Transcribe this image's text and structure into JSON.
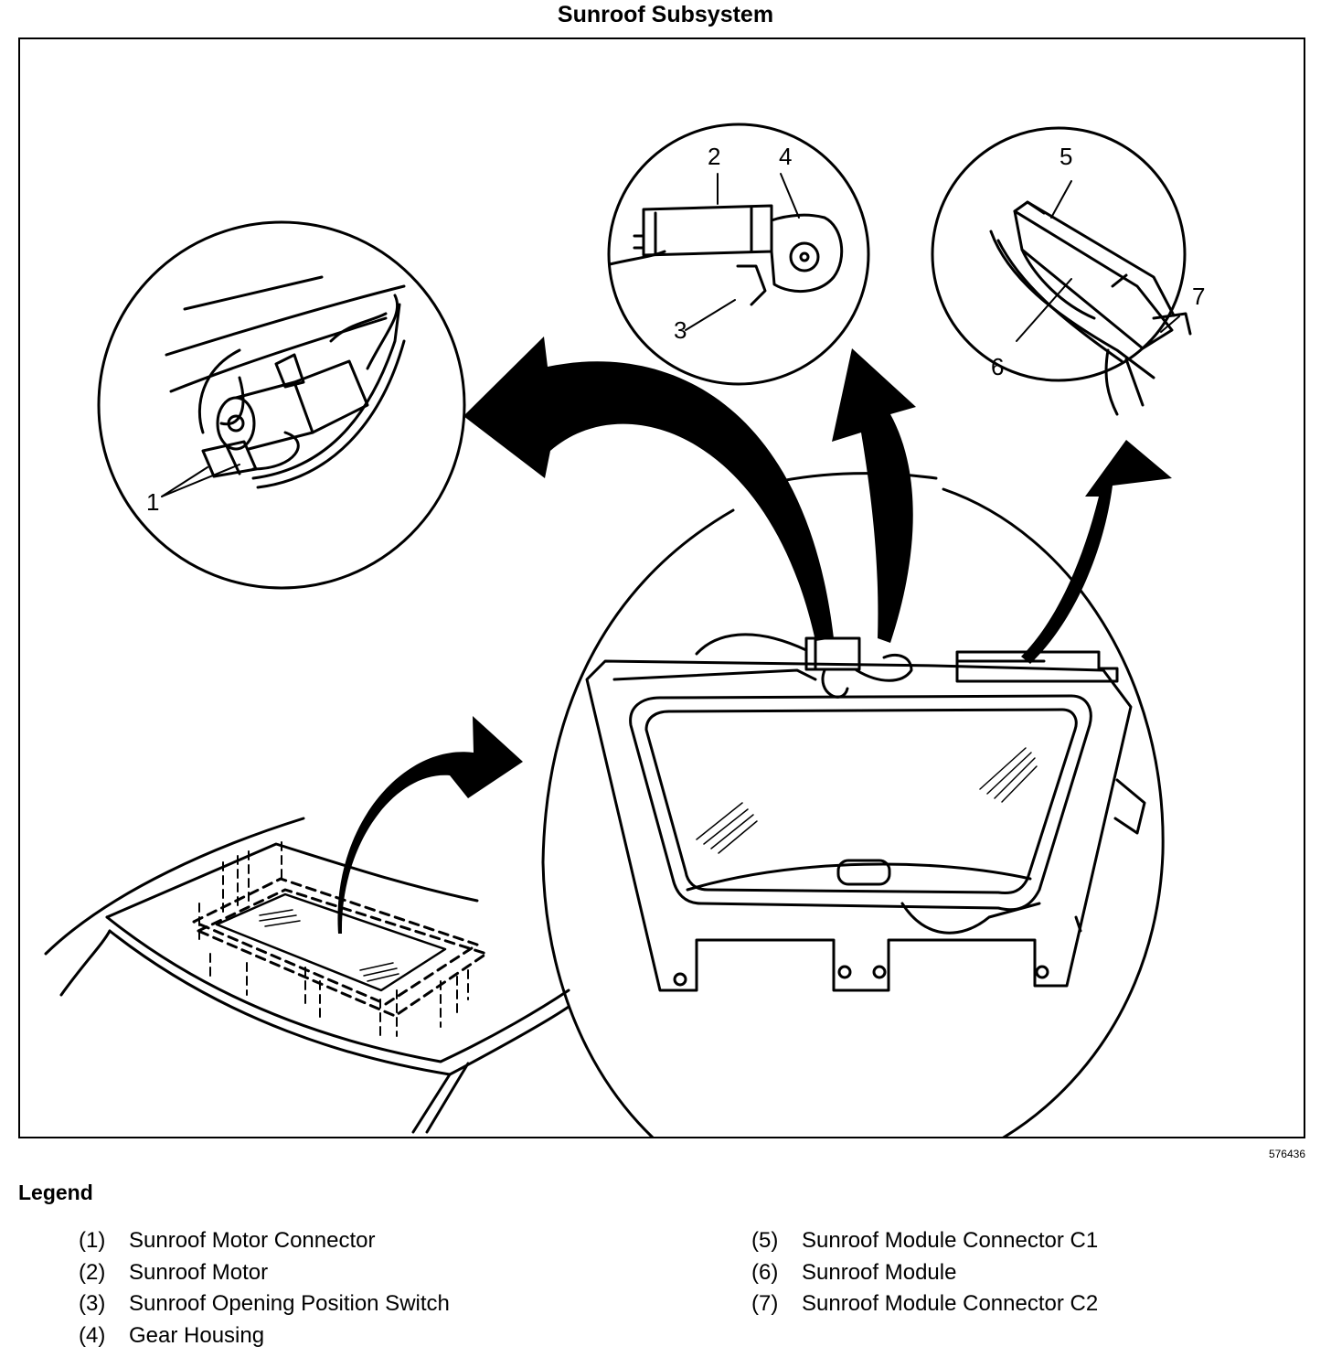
{
  "title": "Sunroof Subsystem",
  "figure_id": "576436",
  "callouts": [
    "1",
    "2",
    "3",
    "4",
    "5",
    "6",
    "7"
  ],
  "legend": {
    "heading": "Legend",
    "left": [
      {
        "num": "(1)",
        "label": "Sunroof Motor Connector"
      },
      {
        "num": "(2)",
        "label": "Sunroof Motor"
      },
      {
        "num": "(3)",
        "label": "Sunroof Opening Position Switch"
      },
      {
        "num": "(4)",
        "label": "Gear Housing"
      }
    ],
    "right": [
      {
        "num": "(5)",
        "label": "Sunroof Module Connector C1"
      },
      {
        "num": "(6)",
        "label": "Sunroof Module"
      },
      {
        "num": "(7)",
        "label": "Sunroof Module Connector C2"
      }
    ]
  }
}
